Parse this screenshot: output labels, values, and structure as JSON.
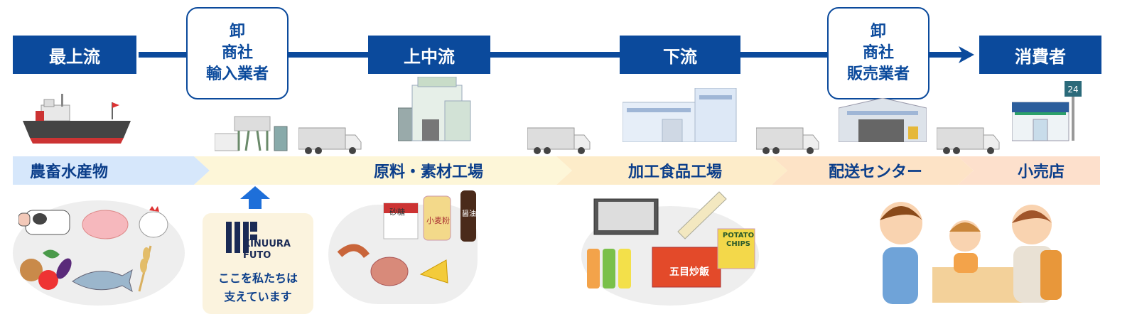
{
  "stages": {
    "s1": "最上流",
    "s2": "上中流",
    "s3": "下流",
    "s4": "消費者"
  },
  "boxes": {
    "importer": [
      "卸",
      "商社",
      "輸入業者"
    ],
    "seller": [
      "卸",
      "商社",
      "販売業者"
    ]
  },
  "bands": {
    "b1": "農畜水産物",
    "b2": "原料・素材工場",
    "b3": "加工食品工場",
    "b4": "配送センター",
    "b5": "小売店"
  },
  "bands_colors": [
    "#d6e7fb",
    "#fdf6d8",
    "#fdecc9",
    "#fde3c6",
    "#fde0cc"
  ],
  "company": {
    "logo_text_1": "KINUURA",
    "logo_text_2": "FUTO",
    "support_line1": "ここを私たちは",
    "support_line2": "支えています"
  },
  "labels": {
    "sugar": "砂糖",
    "flour": "小麦粉",
    "soy": "醤油",
    "chips": "POTATO\nCHIPS",
    "friedrice": "五目炒飯",
    "store_sign": "24"
  }
}
